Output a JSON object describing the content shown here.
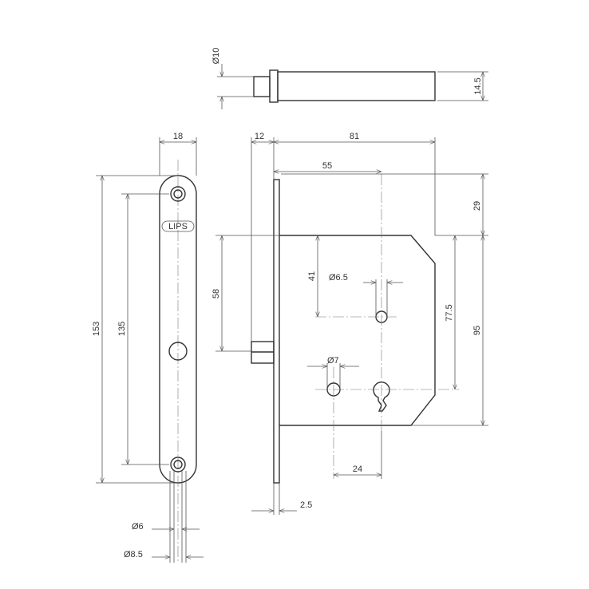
{
  "drawing": {
    "brand_label": "LIPS",
    "dimensions": {
      "spindle_diameter": "Ø10",
      "spindle_height": "14.5",
      "faceplate_width": "18",
      "faceplate_length": "153",
      "faceplate_hole_spacing": "135",
      "faceplate_hole_small": "Ø6",
      "faceplate_hole_large": "Ø8.5",
      "bolt_projection": "12",
      "body_depth": "81",
      "backset": "55",
      "top_offset": "29",
      "bolt_height": "58",
      "hole_offset": "41",
      "hole_upper": "Ø6.5",
      "hole_lower": "Ø7",
      "centers": "77.5",
      "body_height": "95",
      "key_spacing": "24",
      "plate_thickness": "2.5"
    },
    "colors": {
      "line": "#333333"
    }
  }
}
